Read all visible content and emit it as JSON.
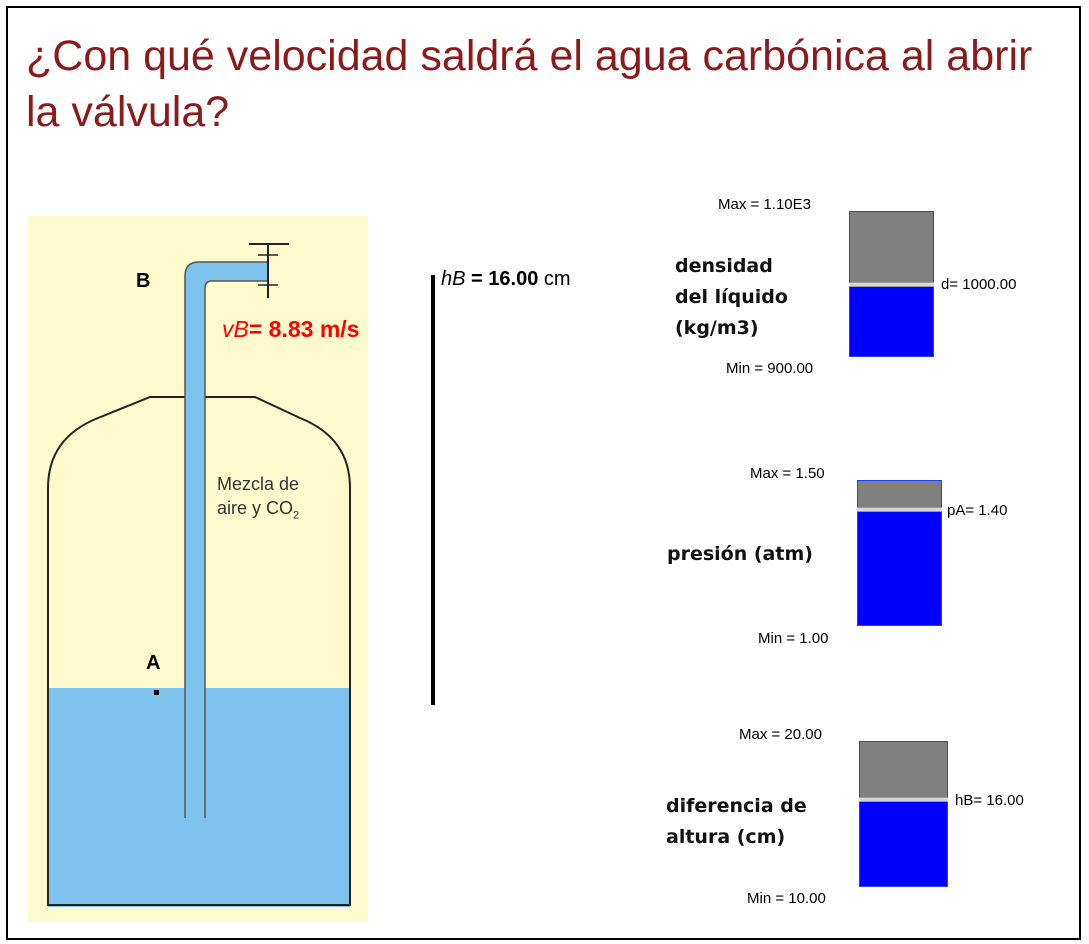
{
  "title": "¿Con qué velocidad saldrá el agua carbónica al abrir la válvula?",
  "tank": {
    "point_b": "B",
    "point_a": "A",
    "gas_label_line1": "Mezcla de",
    "gas_label_line2": "aire y CO",
    "gas_subscript": "2",
    "vB_var": "vB",
    "vB_value": "= 8.83 m/s"
  },
  "height_indicator": {
    "var": "hB",
    "value": "= 16.00",
    "unit": "cm"
  },
  "sliders": [
    {
      "label_lines": [
        "densidad",
        "del líquido",
        "(kg/m3)"
      ],
      "max_label": "Max = 1.10E3",
      "min_label": "Min = 900.00",
      "value_label": "d= 1000.00",
      "level": 0.5
    },
    {
      "label_lines": [
        "presión (atm)"
      ],
      "max_label": "Max = 1.50",
      "min_label": "Min = 1.00",
      "value_label": "pA= 1.40",
      "level": 0.8
    },
    {
      "label_lines": [
        "diferencia de",
        "altura (cm)"
      ],
      "max_label": "Max = 20.00",
      "min_label": "Min = 10.00",
      "value_label": "hB= 16.00",
      "level": 0.6
    }
  ],
  "colors": {
    "title": "#8b1a1a",
    "tank_background": "#fffacd",
    "water": "#7ec3ee",
    "slider_fill": "#0000ff",
    "slider_empty": "#808080",
    "velocity": "#ff0000"
  }
}
